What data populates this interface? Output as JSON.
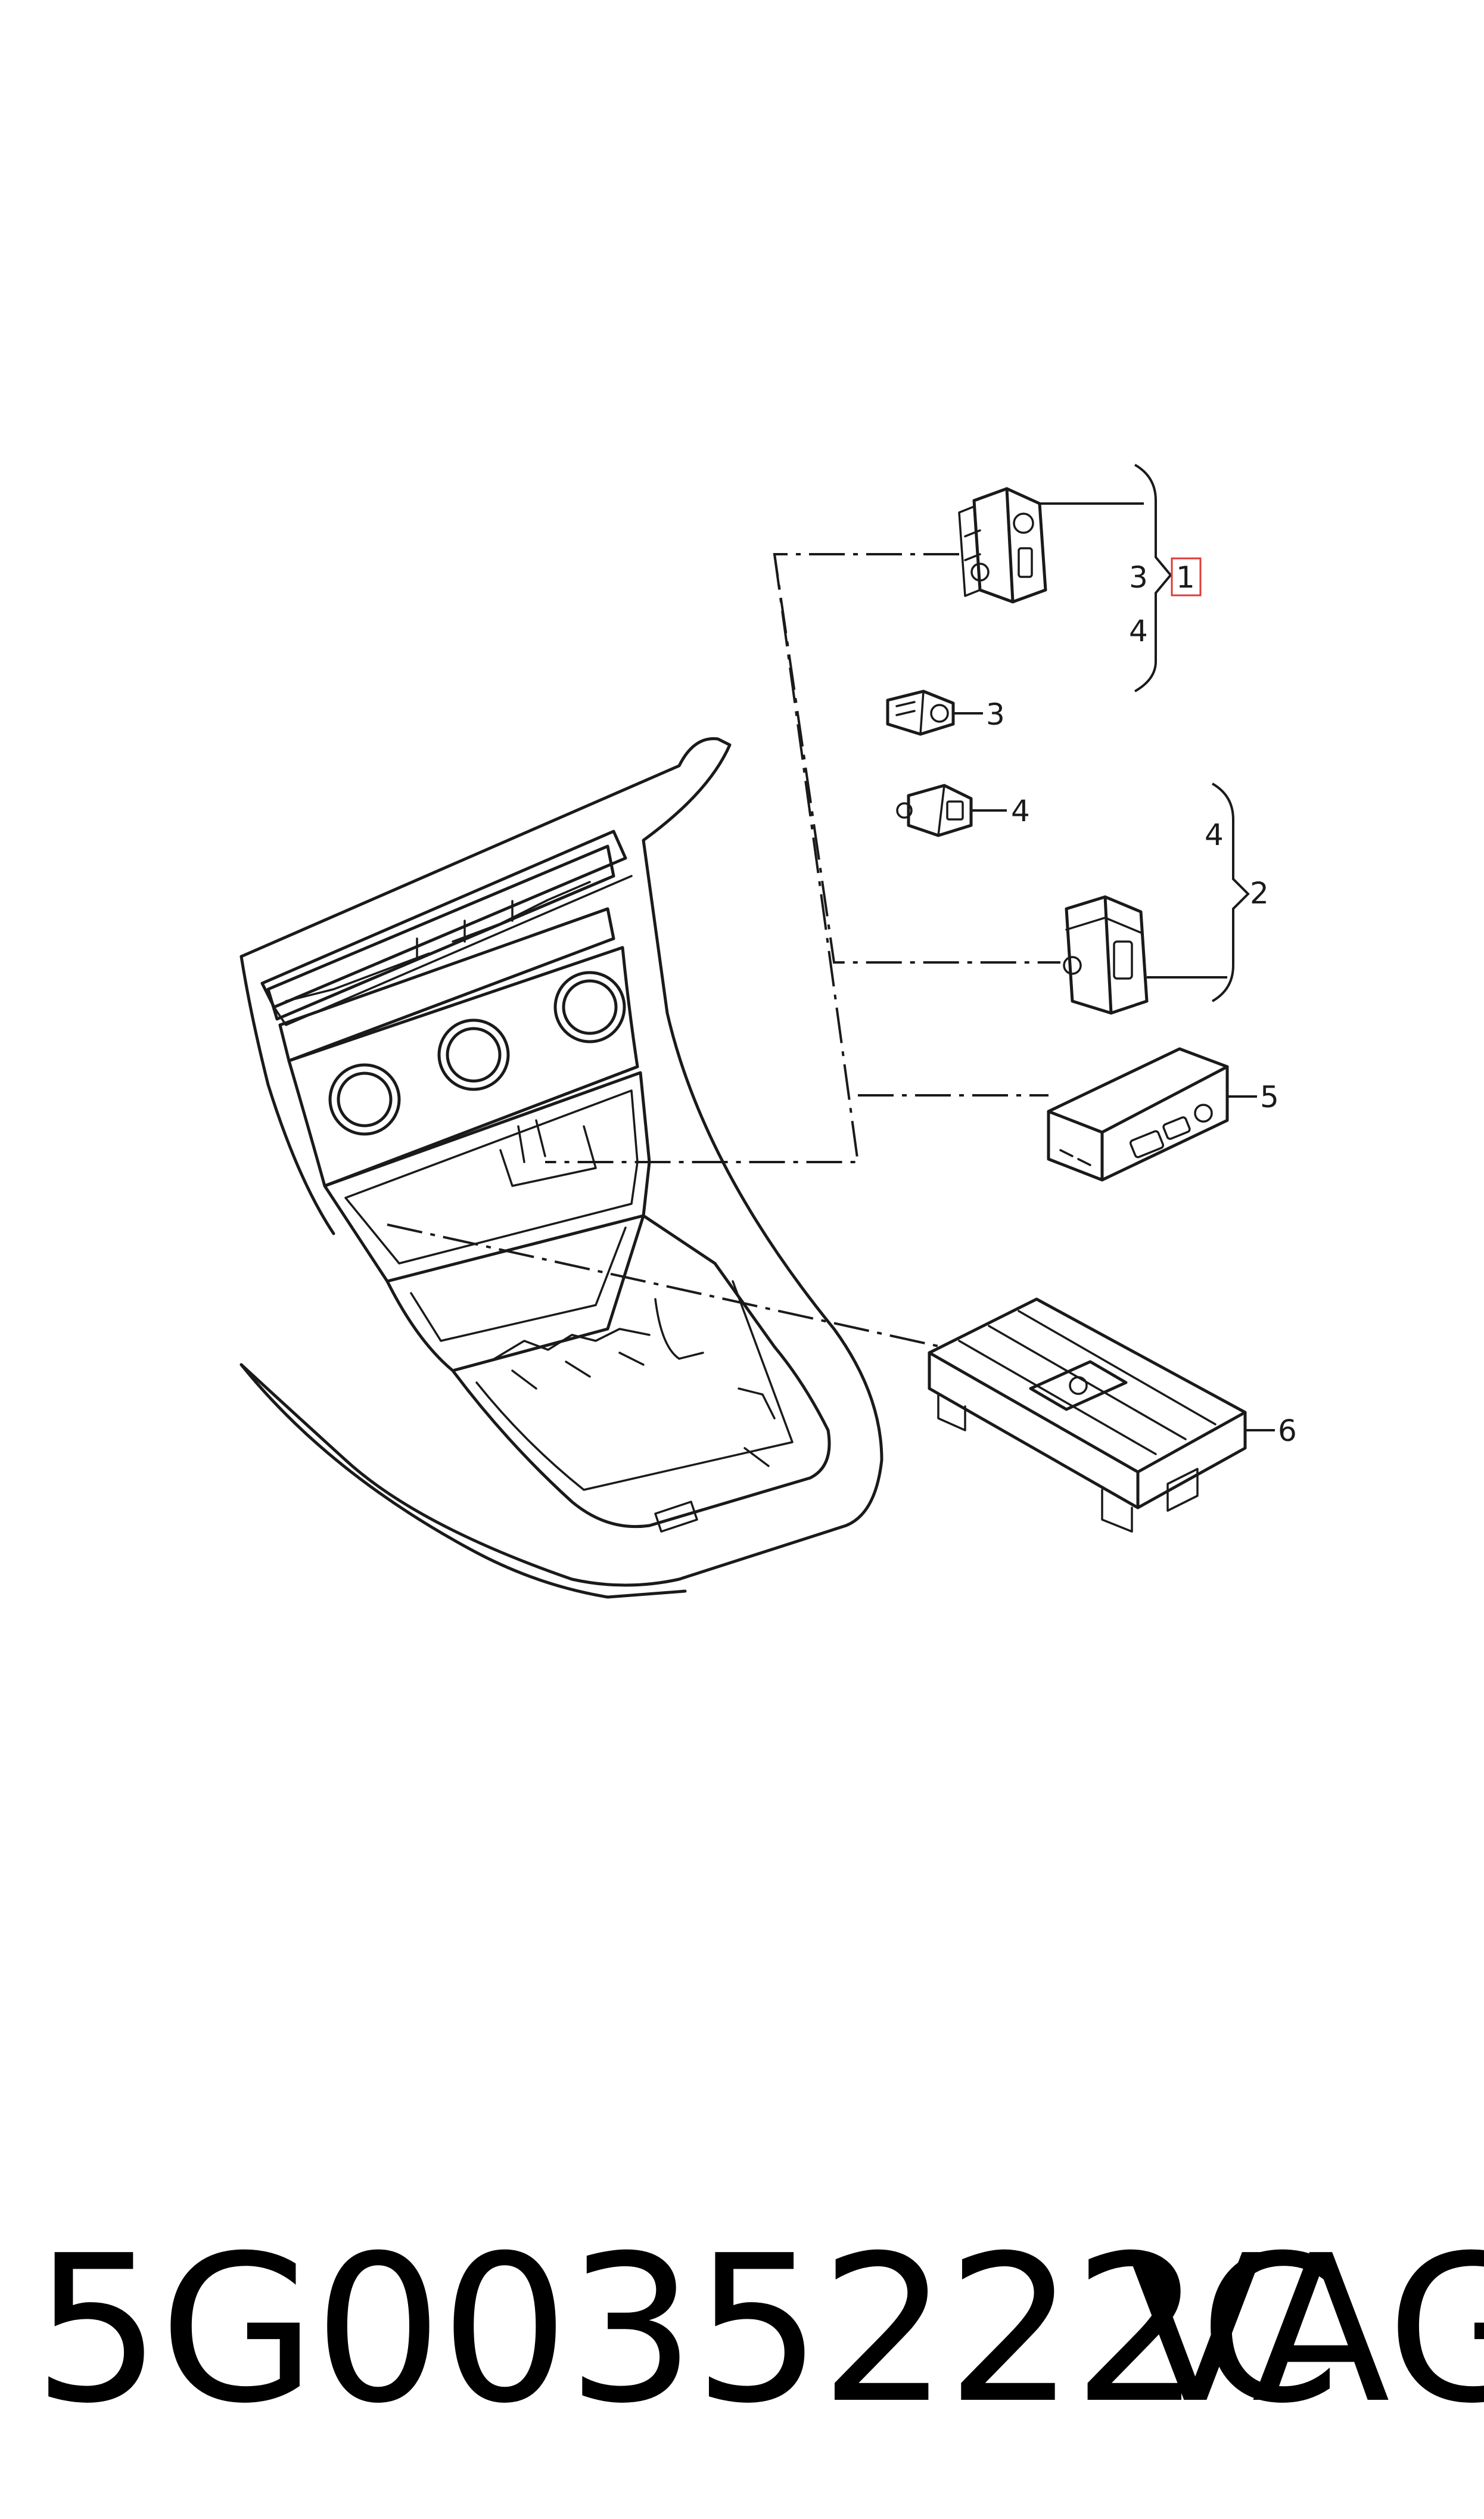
{
  "callouts": [
    {
      "id": "c1",
      "label": "1",
      "highlighted": true
    },
    {
      "id": "c2",
      "label": "2"
    },
    {
      "id": "c3a",
      "label": "3"
    },
    {
      "id": "c4a",
      "label": "4"
    },
    {
      "id": "c3b",
      "label": "3"
    },
    {
      "id": "c4b",
      "label": "4"
    },
    {
      "id": "c4c",
      "label": "4"
    },
    {
      "id": "c5",
      "label": "5"
    },
    {
      "id": "c6",
      "label": "6"
    }
  ],
  "footer": {
    "part_number": "5G0035222C",
    "brand": "VAG"
  },
  "colors": {
    "line": "#1a1a1a",
    "highlight": "#e03a3a"
  }
}
